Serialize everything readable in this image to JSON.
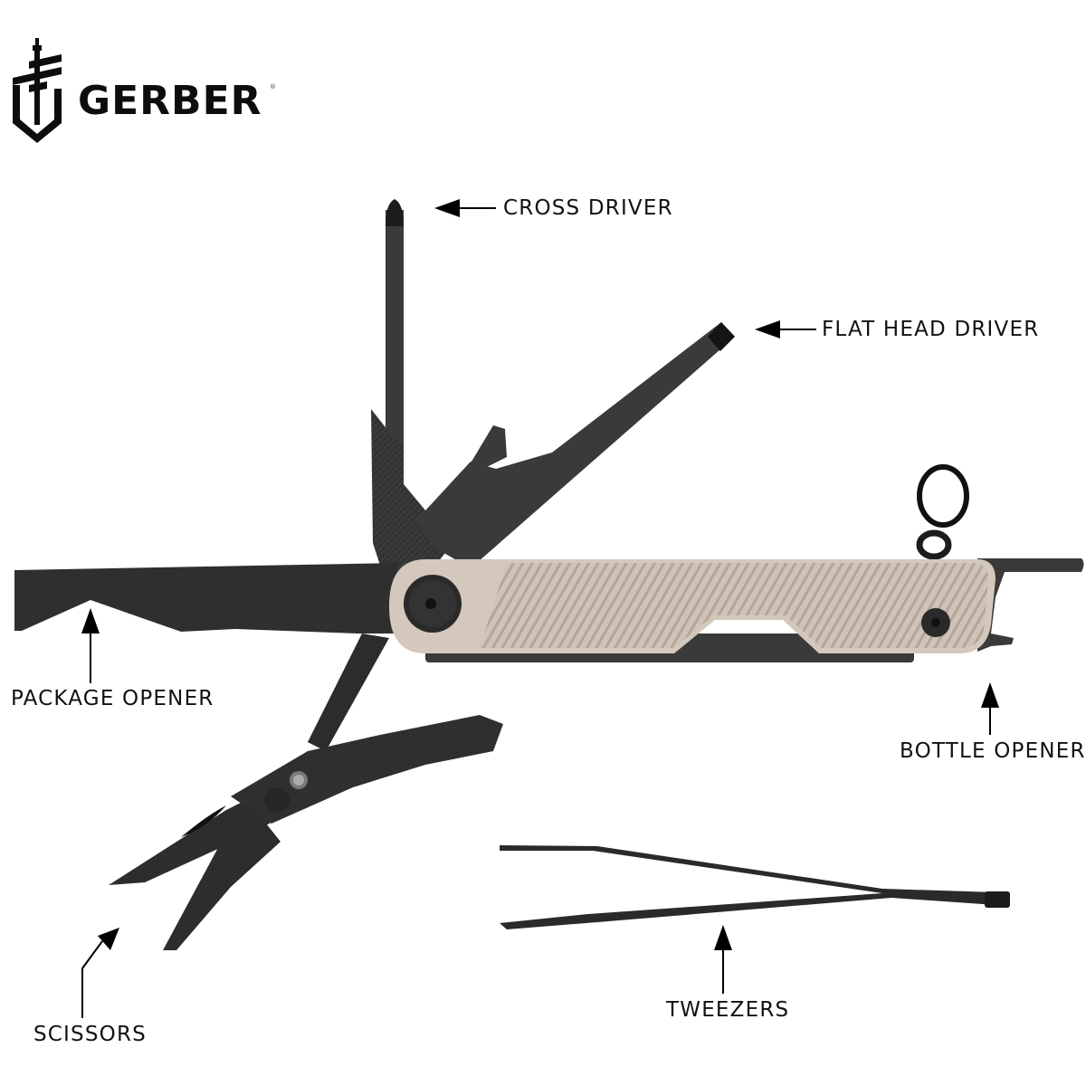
{
  "brand": {
    "name": "GERBER",
    "registered_mark": "®",
    "logo_icon": "sword-shield-icon"
  },
  "product": {
    "handle_color": "#cdbfb3",
    "tool_color": "#2e2e2e",
    "background": "#ffffff"
  },
  "callouts": [
    {
      "id": "cross-driver",
      "label": "CROSS DRIVER",
      "arrow_direction": "left"
    },
    {
      "id": "flat-head-driver",
      "label": "FLAT HEAD DRIVER",
      "arrow_direction": "left"
    },
    {
      "id": "package-opener",
      "label": "PACKAGE OPENER",
      "arrow_direction": "up"
    },
    {
      "id": "bottle-opener",
      "label": "BOTTLE OPENER",
      "arrow_direction": "up"
    },
    {
      "id": "scissors",
      "label": "SCISSORS",
      "arrow_direction": "up-right"
    },
    {
      "id": "tweezers",
      "label": "TWEEZERS",
      "arrow_direction": "up"
    }
  ]
}
